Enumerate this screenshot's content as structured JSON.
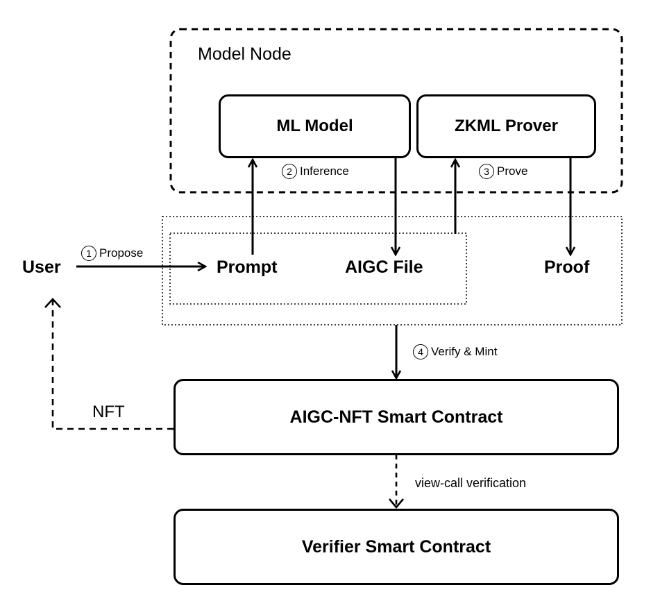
{
  "model_node": {
    "title": "Model Node"
  },
  "ml_model": {
    "label": "ML Model"
  },
  "zkml_prover": {
    "label": "ZKML Prover"
  },
  "user": {
    "label": "User"
  },
  "prompt": {
    "label": "Prompt"
  },
  "aigc_file": {
    "label": "AIGC File"
  },
  "proof": {
    "label": "Proof"
  },
  "steps": {
    "propose": {
      "num": "1",
      "text": "Propose"
    },
    "inference": {
      "num": "2",
      "text": "Inference"
    },
    "prove": {
      "num": "3",
      "text": "Prove"
    },
    "verify_mint": {
      "num": "4",
      "text": "Verify & Mint"
    }
  },
  "nft": {
    "label": "NFT"
  },
  "aigc_nft_contract": {
    "label": "AIGC-NFT Smart Contract"
  },
  "view_call": {
    "label": "view-call verification"
  },
  "verifier_contract": {
    "label": "Verifier Smart Contract"
  }
}
